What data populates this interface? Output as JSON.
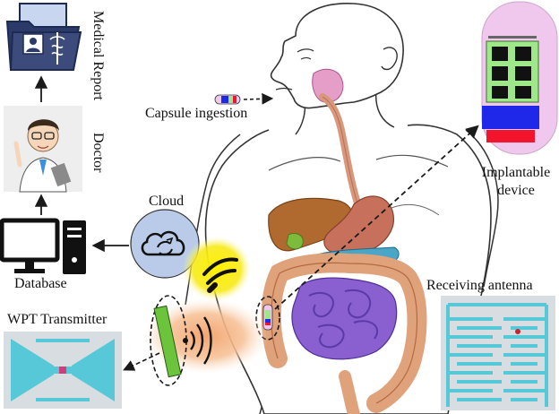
{
  "labels": {
    "medical_report": "Medical Report",
    "doctor": "Doctor",
    "database": "Database",
    "cloud": "Cloud",
    "capsule_ingestion": "Capsule ingestion",
    "implantable_device_line1": "Implantable",
    "implantable_device_line2": "device",
    "receiving_antenna": "Receiving antenna",
    "wpt_transmitter": "WPT Transmitter"
  },
  "icons": {
    "medical_report": "folder-caduceus-icon",
    "doctor": "doctor-avatar-icon",
    "database": "computer-monitor-tower-icon",
    "cloud": "cloud-sync-icon",
    "wireless": "wifi-signal-icon",
    "capsule": "capsule-icon"
  },
  "colors": {
    "line": "#1a1a1a",
    "cloud_fill": "#b9cbe8",
    "wifi_glow": "#f2e600",
    "antenna_bg": "#d8dde2",
    "antenna_trace": "#57c8d8",
    "capsule_shell": "#f0c8ee",
    "capsule_chip": "#9ee88a",
    "capsule_blue": "#1f28e8",
    "capsule_red": "#f2142c",
    "stomach": "#c7705c",
    "liver": "#b06a30",
    "intestine": "#8a5fd0",
    "colon": "#e0a27a",
    "transmitter_bar": "#6cc43c",
    "transmitter_glow": "#f4b98a"
  }
}
